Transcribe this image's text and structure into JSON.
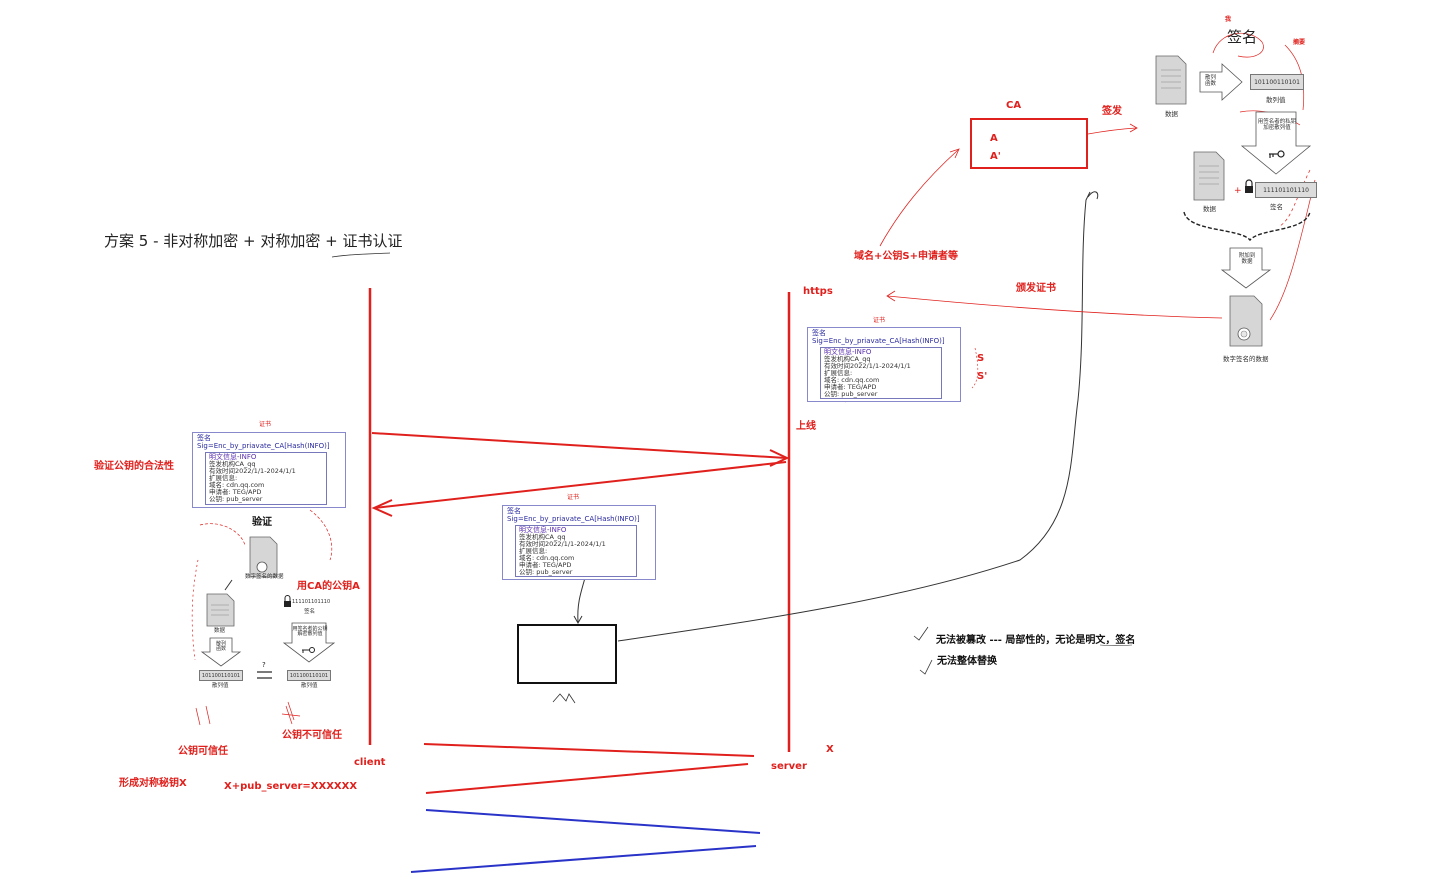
{
  "title": "方案 5 - 非对称加密 + 对称加密 + 证书认证",
  "labels": {
    "client": "client",
    "server": "server",
    "https": "https",
    "online": "上线",
    "ca": "CA",
    "ca_a": "A",
    "ca_a2": "A'",
    "issue": "签发",
    "issue_cert": "颁发证书",
    "domain_req": "域名+公钥S+申请者等",
    "s": "S",
    "s2": "S'",
    "verify_legal": "验证公钥的合法性",
    "verify": "验证",
    "use_ca_key": "用CA的公钥A",
    "trusted": "公钥可信任",
    "untrusted": "公钥不可信任",
    "form_key": "形成对称秘钥X",
    "encrypt": "X+pub_server=XXXXXX",
    "x": "X",
    "cannot_tamper": "无法被篡改 --- 局部性的，无论是明文，签名",
    "cannot_replace": "无法整体替换",
    "tiny_top": "我",
    "tiny_right": "摘要",
    "cert_tag": "证书",
    "tilde": "?"
  },
  "cert": {
    "sig_label": "签名",
    "sig_formula": "Sig=Enc_by_priavate_CA[Hash(INFO)]",
    "info_header": "明文信息-INFO",
    "lines": [
      "签发机构CA_qq",
      "有效时间2022/1/1-2024/1/1",
      "扩展信息:",
      "域名: cdn.qq.com",
      "申请者: TEG/APD",
      "公钥: pub_server"
    ]
  },
  "sign_diagram": {
    "title": "签名",
    "data": "数据",
    "hash_fn": "散列函数",
    "hash_val": "散列值",
    "bits1": "101100110101",
    "encrypt_note": "用签名者的私钥加密散列值",
    "bits2": "111101101110",
    "sig": "签名",
    "attach": "附加到数据",
    "signed": "数字签名的数据"
  },
  "verify_diagram": {
    "signed": "数字签名的数据",
    "data": "数据",
    "hash_fn": "散列函数",
    "hash_val": "散列值",
    "bits_a": "101100110101",
    "bits_sig": "111101101110",
    "sig": "签名",
    "decrypt_note": "用签名者的公钥解密散列值",
    "bits_b": "101100110101",
    "hash_val2": "散列值"
  },
  "colors": {
    "red": "#e0201c",
    "blue": "#2a33c8",
    "black": "#111111"
  }
}
